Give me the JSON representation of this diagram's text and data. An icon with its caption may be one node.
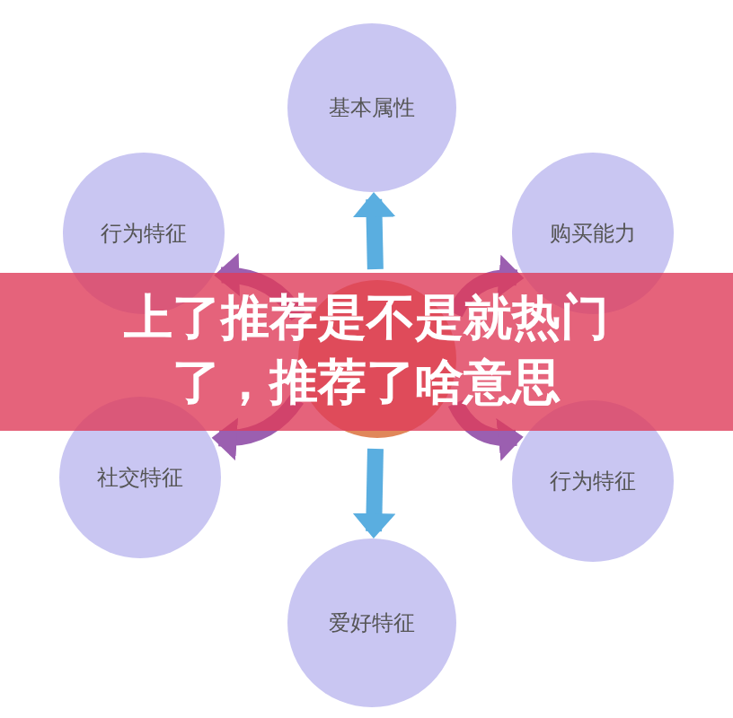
{
  "diagram": {
    "title": "上了推荐是不是就热门了，推荐了啥意思",
    "nodes": [
      {
        "text": [
          "基本属性"
        ]
      },
      {
        "text": [
          "行为特征"
        ]
      },
      {
        "text": [
          "购买能力"
        ]
      },
      {
        "text": [],
        "shape": "circle"
      },
      {
        "text": [
          "社交特征"
        ]
      },
      {
        "text": [
          "行为特征"
        ]
      },
      {
        "text": [
          "爱好特征"
        ]
      }
    ],
    "edges": [
      {
        "from": 3,
        "to": 0,
        "arrow": "to",
        "color": "#5aaee0"
      },
      {
        "from": 3,
        "to": 1,
        "arrow": "to"
      },
      {
        "from": 3,
        "to": 2,
        "arrow": "to"
      },
      {
        "from": 3,
        "to": 4,
        "arrow": "to"
      },
      {
        "from": 3,
        "to": 5,
        "arrow": "to"
      },
      {
        "from": 3,
        "to": 6,
        "arrow": "to",
        "color": "#5aaee0"
      }
    ]
  }
}
